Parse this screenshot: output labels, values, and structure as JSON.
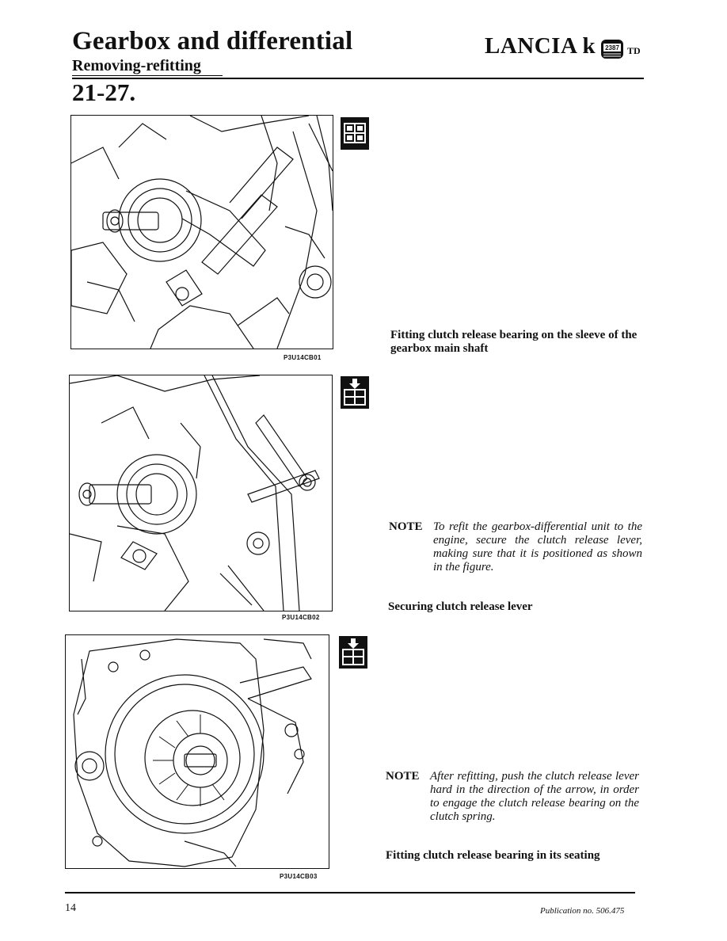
{
  "header": {
    "title": "Gearbox and differential",
    "subtitle": "Removing-refitting",
    "brand": "LANCIA k",
    "brand_badge": "2387",
    "brand_suffix": "TD",
    "section_number": "21-27."
  },
  "figures": [
    {
      "code": "P3U14CB01",
      "icon": "tool-grid-icon",
      "caption": "Fitting clutch release bearing on the sleeve of the gearbox main shaft"
    },
    {
      "code": "P3U14CB02",
      "icon": "refit-arrow-icon",
      "note_label": "NOTE",
      "note_text": "To refit the gearbox-differential unit to the engine, secure the clutch release lever, making sure that it is positioned as shown in the figure.",
      "caption": "Securing clutch release lever"
    },
    {
      "code": "P3U14CB03",
      "icon": "refit-arrow-icon",
      "note_label": "NOTE",
      "note_text": "After refitting, push the clutch release lever hard in the direction of the arrow, in order to engage the clutch release bearing on the clutch spring.",
      "caption": "Fitting clutch release bearing in its seating"
    }
  ],
  "footer": {
    "page_number": "14",
    "publication": "Publication no. 506.475"
  },
  "colors": {
    "ink": "#111111",
    "paper": "#ffffff"
  }
}
